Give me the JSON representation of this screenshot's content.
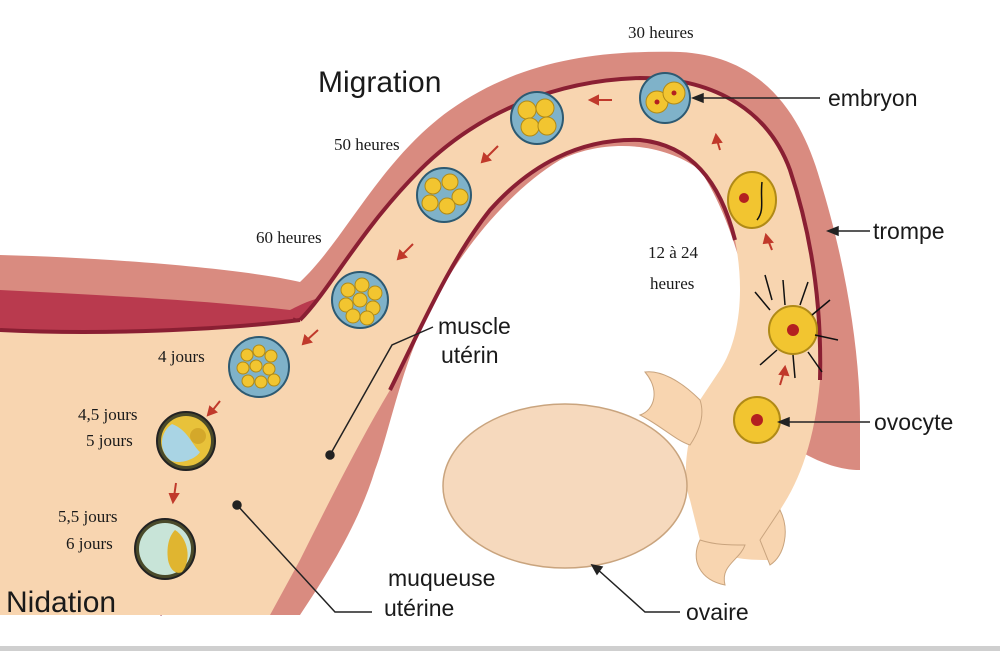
{
  "headings": {
    "migration": "Migration",
    "nidation": "Nidation"
  },
  "stages": {
    "h30": "30 heures",
    "h50": "50 heures",
    "h60": "60 heures",
    "h12_24_line1": "12 à 24",
    "h12_24_line2": "heures",
    "d4": "4 jours",
    "d45": "4,5 jours",
    "d5": "5 jours",
    "d55": "5,5 jours",
    "d6": "6 jours"
  },
  "labels": {
    "embryon": "embryon",
    "trompe": "trompe",
    "ovocyte": "ovocyte",
    "ovaire": "ovaire",
    "muscle_line1": "muscle",
    "muscle_line2": "utérin",
    "muqueuse_line1": "muqueuse",
    "muqueuse_line2": "utérine"
  },
  "colors": {
    "tube": "#f8d5b0",
    "muscle": "#d98b80",
    "mucosa": "#b93a4e",
    "ovary": "#f6d9bd",
    "cell_yellow": "#f2c530",
    "zona_blue": "#7fb2c9",
    "arrow": "#c0392b"
  }
}
